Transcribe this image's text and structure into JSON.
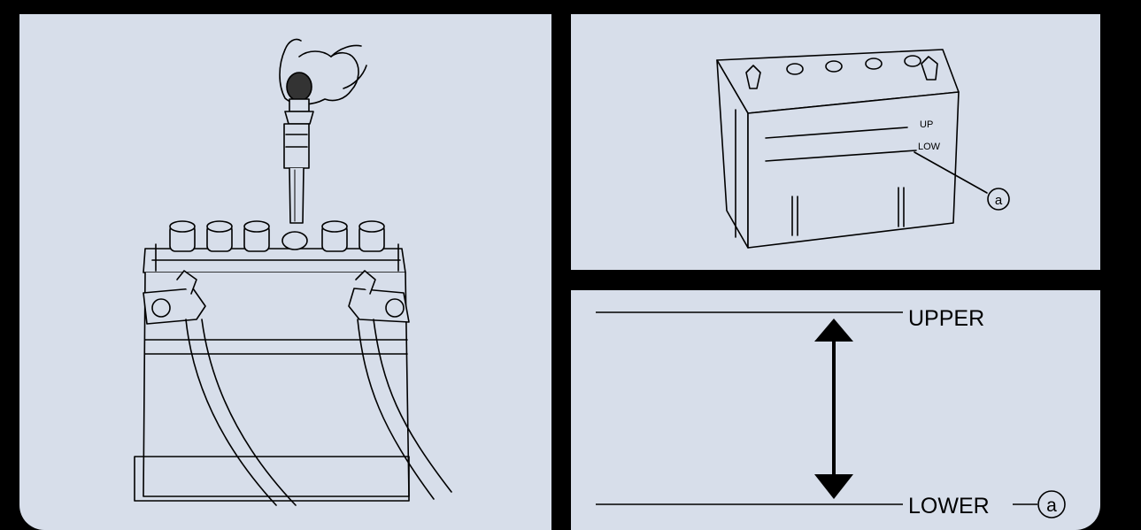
{
  "battery_top_view": {
    "label_up": "UP",
    "label_low": "LOW",
    "callout": "a"
  },
  "level_diagram": {
    "upper_label": "UPPER",
    "lower_label": "LOWER",
    "callout": "a"
  }
}
